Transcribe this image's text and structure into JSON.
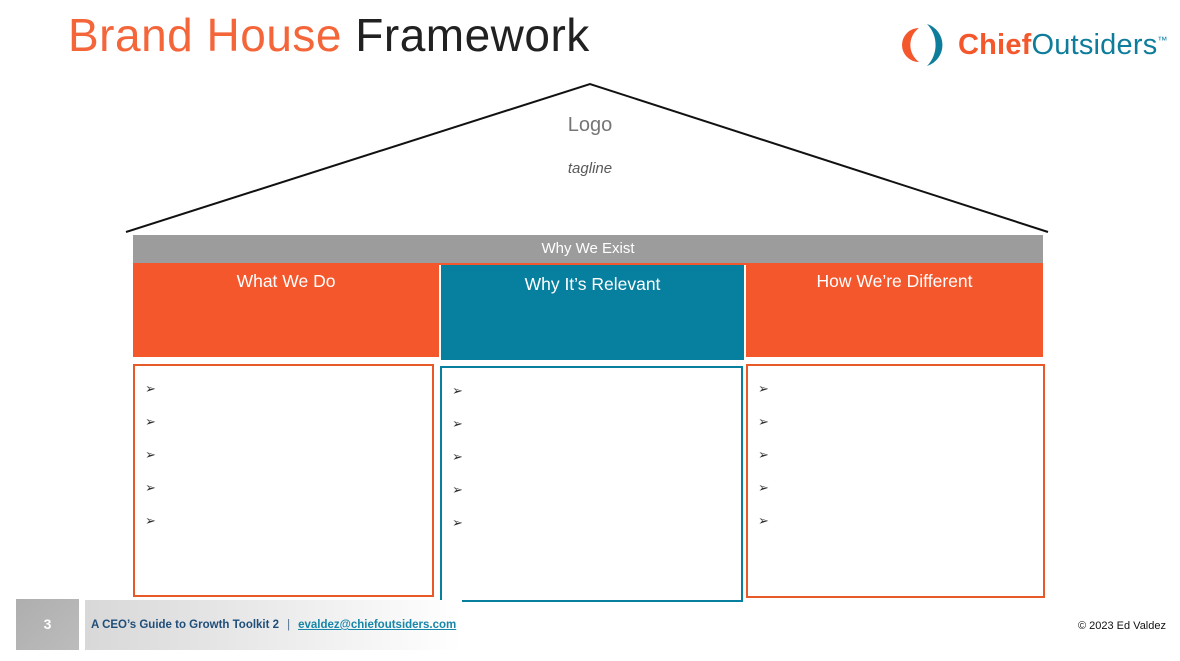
{
  "header": {
    "title_accent": "Brand House ",
    "title_rest": "Framework",
    "brand": {
      "name_bold": "Chief",
      "name_light": "Outsiders",
      "trademark": "™"
    }
  },
  "house": {
    "roof": {
      "logo_placeholder": "Logo",
      "tagline_placeholder": "tagline"
    },
    "why_we_exist_label": "Why We Exist",
    "pillars": [
      {
        "label": "What We Do"
      },
      {
        "label": "Why It’s Relevant"
      },
      {
        "label": "How We’re Different"
      }
    ],
    "bullet_glyph": "➢",
    "bullets_per_box": 5
  },
  "footer": {
    "page_number": "3",
    "toolkit_label": "A CEO’s Guide to Growth Toolkit 2",
    "separator": "|",
    "email": "evaldez@chiefoutsiders.com",
    "copyright": "© 2023 Ed Valdez"
  },
  "colors": {
    "accent_orange": "#F4572C",
    "title_orange": "#F4663A",
    "teal": "#077F9F",
    "gray_bar": "#9C9C9C",
    "footer_navy": "#1F4E79",
    "link_teal": "#1786A8"
  }
}
